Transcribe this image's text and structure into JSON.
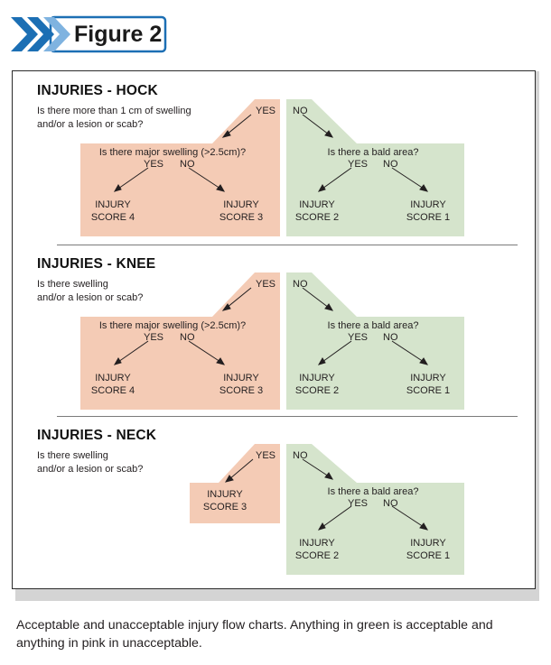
{
  "figure_label": "Figure 2",
  "colors": {
    "pink": "#f4cbb5",
    "green": "#d5e4cc",
    "badge_blue": "#1c6fb4",
    "badge_light": "#7fb3e0"
  },
  "sections": [
    {
      "title": "INJURIES - HOCK",
      "question": "Is there more than 1 cm of swelling\nand/or a lesion or scab?",
      "yes": "YES",
      "no": "NO",
      "pink_question": "Is there major swelling (>2.5cm)?",
      "pink_yes": "YES",
      "pink_no": "NO",
      "pink_scores": [
        {
          "line1": "INJURY",
          "line2": "SCORE 4"
        },
        {
          "line1": "INJURY",
          "line2": "SCORE 3"
        }
      ],
      "green_question": "Is there a bald area?",
      "green_yes": "YES",
      "green_no": "NO",
      "green_scores": [
        {
          "line1": "INJURY",
          "line2": "SCORE 2"
        },
        {
          "line1": "INJURY",
          "line2": "SCORE 1"
        }
      ]
    },
    {
      "title": "INJURIES - KNEE",
      "question": "Is there swelling\nand/or a lesion or scab?",
      "yes": "YES",
      "no": "NO",
      "pink_question": "Is there major swelling (>2.5cm)?",
      "pink_yes": "YES",
      "pink_no": "NO",
      "pink_scores": [
        {
          "line1": "INJURY",
          "line2": "SCORE 4"
        },
        {
          "line1": "INJURY",
          "line2": "SCORE 3"
        }
      ],
      "green_question": "Is there a bald area?",
      "green_yes": "YES",
      "green_no": "NO",
      "green_scores": [
        {
          "line1": "INJURY",
          "line2": "SCORE 2"
        },
        {
          "line1": "INJURY",
          "line2": "SCORE 1"
        }
      ]
    },
    {
      "title": "INJURIES - NECK",
      "question": "Is there swelling\nand/or a lesion or scab?",
      "yes": "YES",
      "no": "NO",
      "pink_score": {
        "line1": "INJURY",
        "line2": "SCORE 3"
      },
      "green_question": "Is there a bald area?",
      "green_yes": "YES",
      "green_no": "NO",
      "green_scores": [
        {
          "line1": "INJURY",
          "line2": "SCORE 2"
        },
        {
          "line1": "INJURY",
          "line2": "SCORE 1"
        }
      ]
    }
  ],
  "caption": "Acceptable and unacceptable injury flow charts. Anything in green is acceptable and anything in pink in unacceptable."
}
